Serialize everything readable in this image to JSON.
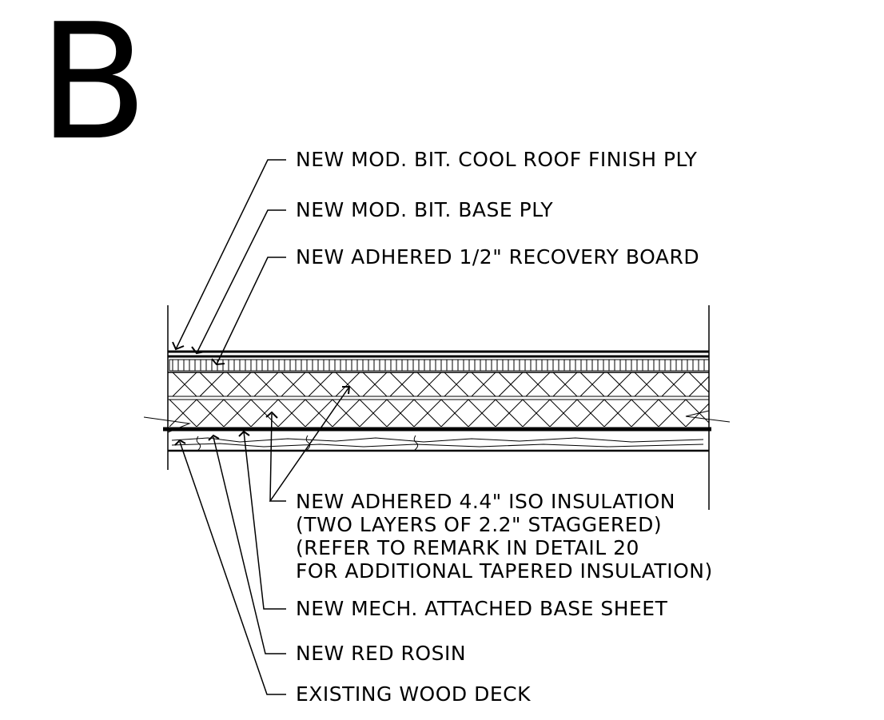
{
  "detail": {
    "letter": "B",
    "labels_top": [
      "NEW MOD. BIT. COOL ROOF FINISH PLY",
      "NEW MOD. BIT. BASE PLY",
      "NEW ADHERED 1/2\" RECOVERY BOARD"
    ],
    "insulation_lines": [
      "NEW ADHERED 4.4\" ISO INSULATION",
      "(TWO LAYERS OF 2.2\" STAGGERED)",
      "(REFER TO REMARK IN DETAIL 20",
      "FOR ADDITIONAL TAPERED INSULATION)"
    ],
    "labels_bottom": [
      "NEW MECH. ATTACHED BASE SHEET",
      "NEW RED ROSIN",
      "EXISTING WOOD DECK"
    ]
  }
}
